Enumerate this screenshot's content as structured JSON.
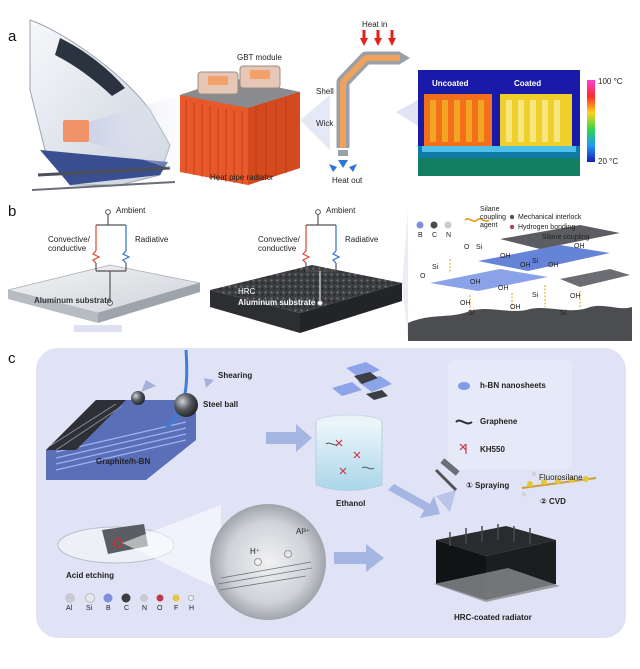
{
  "panel_a": {
    "letter": "a",
    "gbt_module": "GBT module",
    "heat_pipe_radiator": "Heat pipe radiator",
    "heat_in": "Heat in",
    "heat_out": "Heat out",
    "shell": "Shell",
    "wick": "Wick",
    "uncoated": "Uncoated",
    "coated": "Coated",
    "temp_max": "100 °C",
    "temp_min": "20 °C"
  },
  "panel_b": {
    "letter": "b",
    "left": {
      "ambient": "Ambient",
      "convective": "Convective/",
      "conductive": "conductive",
      "radiative": "Radiative",
      "substrate": "Aluminum substrate"
    },
    "right": {
      "ambient": "Ambient",
      "convective": "Convective/",
      "conductive": "conductive",
      "radiative": "Radiative",
      "hrc": "HRC",
      "substrate": "Aluminum substrate"
    },
    "legend": {
      "b": "B",
      "c": "C",
      "n": "N",
      "silane_1": "Silane",
      "silane_2": "coupling",
      "silane_3": "agent",
      "mech": "Mechanical interlock",
      "hbond": "Hydrogen bonding",
      "silane_coupling": "Silane coupling"
    },
    "chem": {
      "oh": "OH",
      "si": "Si",
      "o": "O"
    }
  },
  "panel_c": {
    "letter": "c",
    "shearing": "Shearing",
    "steel_ball": "Steel ball",
    "graphite_hbn": "Graphite/h-BN",
    "ethanol": "Ethanol",
    "legend_hbn": "h-BN nanosheets",
    "legend_graphene": "Graphene",
    "legend_kh550": "KH550",
    "spraying": "① Spraying",
    "fluorosilane": "Fluorosilane",
    "cvd": "② CVD",
    "acid_etching": "Acid etching",
    "h_plus": "H⁺",
    "al_3plus": "Al³⁺",
    "hrc_radiator": "HRC-coated radiator",
    "elements": [
      "Al",
      "Si",
      "B",
      "C",
      "N",
      "O",
      "F",
      "H"
    ]
  },
  "colors": {
    "heat_arrow": "#e2231a",
    "conv_line": "#d9482b",
    "rad_line": "#2f6fd0",
    "panel_c_bg": "#dfe3f5"
  }
}
